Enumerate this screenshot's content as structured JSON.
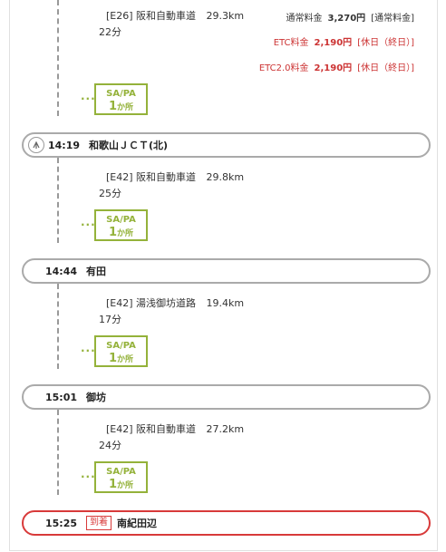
{
  "segments": [
    {
      "road": "[E26] 阪和自動車道",
      "distance": "29.3km",
      "duration": "22分",
      "tolls": [
        {
          "label": "通常料金",
          "amount": "3,270円",
          "tag": "[通常料金]"
        },
        {
          "label": "ETC料金",
          "amount": "2,190円",
          "tag": "[休日（終日）]"
        },
        {
          "label": "ETC2.0料金",
          "amount": "2,190円",
          "tag": "[休日（終日）]"
        }
      ],
      "sapa": {
        "label": "SA/PA",
        "count": "1",
        "unit": "か所"
      }
    },
    {
      "road": "[E42] 阪和自動車道",
      "distance": "29.8km",
      "duration": "25分",
      "sapa": {
        "label": "SA/PA",
        "count": "1",
        "unit": "か所"
      }
    },
    {
      "road": "[E42] 湯浅御坊道路",
      "distance": "19.4km",
      "duration": "17分",
      "sapa": {
        "label": "SA/PA",
        "count": "1",
        "unit": "か所"
      }
    },
    {
      "road": "[E42] 阪和自動車道",
      "distance": "27.2km",
      "duration": "24分",
      "sapa": {
        "label": "SA/PA",
        "count": "1",
        "unit": "か所"
      }
    }
  ],
  "nodes": [
    {
      "time": "14:19",
      "name": "和歌山ＪＣＴ(北)",
      "icon": "junction-icon"
    },
    {
      "time": "14:44",
      "name": "有田"
    },
    {
      "time": "15:01",
      "name": "御坊"
    },
    {
      "time": "15:25",
      "name": "南紀田辺",
      "badge": "到着"
    }
  ],
  "colors": {
    "sapa": "#94b23a",
    "etc": "#cc3333",
    "arrival": "#d83a3a",
    "node_border": "#aaaaaa"
  },
  "dots": "..."
}
